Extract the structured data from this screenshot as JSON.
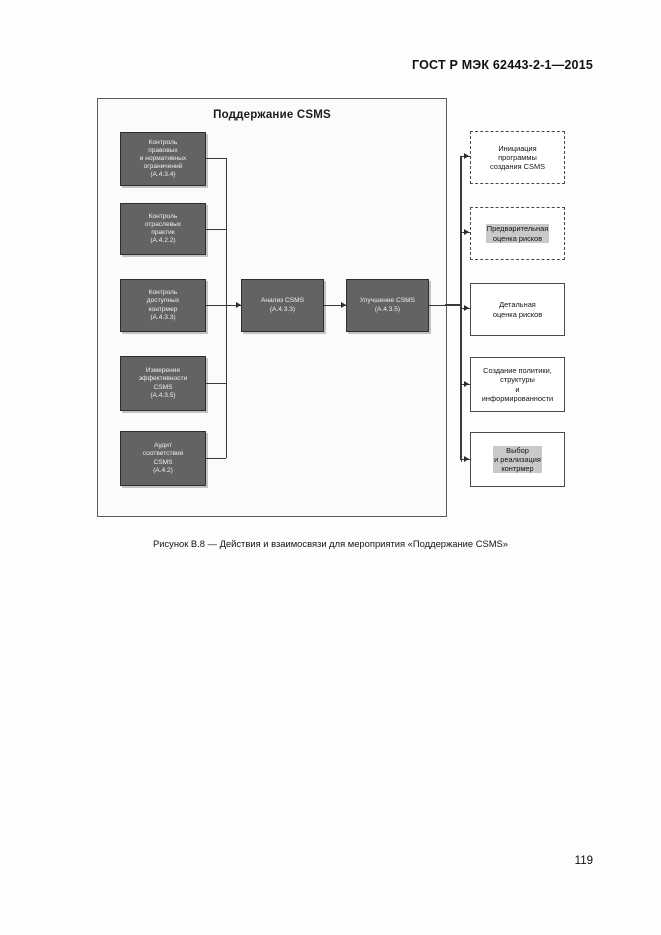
{
  "document": {
    "header": "ГОСТ Р МЭК 62443-2-1—2015",
    "page_number": "119",
    "caption": "Рисунок В.8 — Действия и взаимосвязи для мероприятия «Поддержание CSMS»"
  },
  "figure": {
    "title": "Поддержание CSMS",
    "inputs": [
      {
        "label": "Контроль\nправовых\nи нормативных\nограничений\n(A.4.3.4)"
      },
      {
        "label": "Контроль\nотраслевых\nпрактик\n(A.4.2.2)"
      },
      {
        "label": "Контроль\nдоступных\nконтрмер\n(A.4.3.3)"
      },
      {
        "label": "Измерение\nэффективности\nCSMS\n(A.4.3.5)"
      },
      {
        "label": "Аудит\nсоответствия\nCSMS\n(A.4.2)"
      }
    ],
    "process": [
      {
        "label": "Анализ CSMS\n(A.4.3.3)"
      },
      {
        "label": "Улучшение CSMS\n(A.4.3.5)"
      }
    ],
    "outputs": [
      {
        "label": "Инициация\nпрограммы\nсоздания CSMS",
        "style": "dashed",
        "highlight": false
      },
      {
        "label": "Предварительная\nоценка рисков",
        "style": "dashed",
        "highlight": true
      },
      {
        "label": "Детальная\nоценка рисков",
        "style": "solid",
        "highlight": false
      },
      {
        "label": "Создание политики,\nструктуры\nи\nинформированности",
        "style": "solid",
        "highlight": false
      },
      {
        "label": "Выбор\nи реализация\nконтрмер",
        "style": "solid",
        "highlight": true
      }
    ]
  },
  "colors": {
    "node_grey_fill": "#636363",
    "node_grey_text": "#efefef",
    "node_white_fill": "#ffffff",
    "frame_border": "#5a5a5a",
    "connector": "#3a3a3a",
    "highlight": "#c9c9c9"
  }
}
